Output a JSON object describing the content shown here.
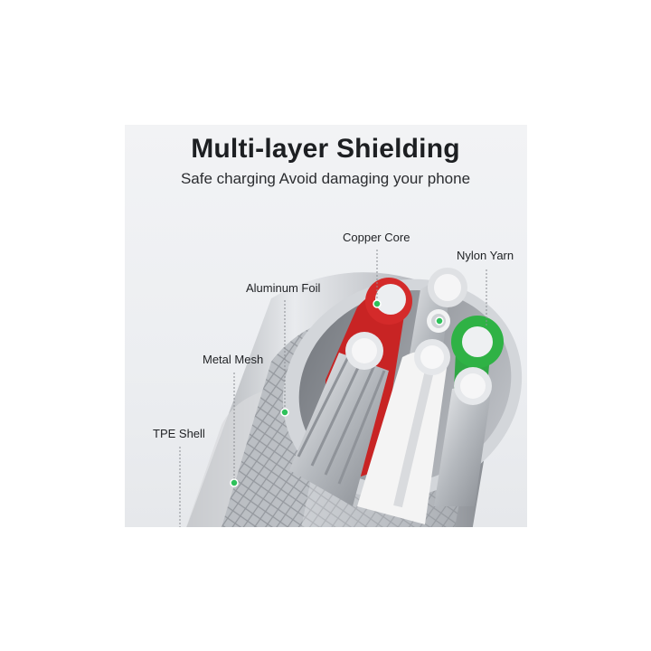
{
  "heading": {
    "title": "Multi-layer Shielding",
    "subtitle": "Safe charging Avoid damaging your phone"
  },
  "callouts": {
    "copper_core": "Copper Core",
    "nylon_yarn": "Nylon Yarn",
    "aluminum_foil": "Aluminum Foil",
    "metal_mesh": "Metal Mesh",
    "tpe_shell": "TPE Shell"
  },
  "colors": {
    "background": "#eceef1",
    "accent_green": "#2ec15a",
    "wire_red": "#d42a2a",
    "wire_green": "#2fb245",
    "wire_white": "#f4f4f4",
    "text": "#1d1f22"
  }
}
